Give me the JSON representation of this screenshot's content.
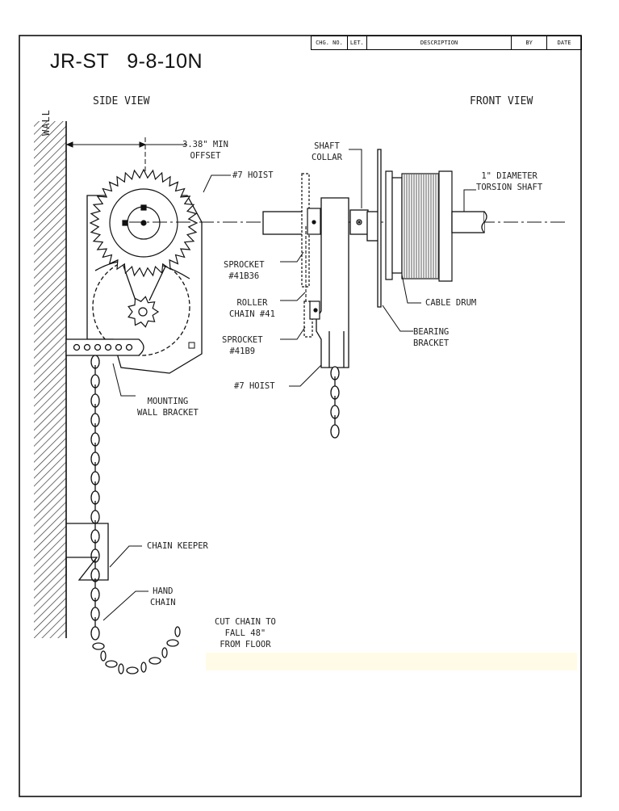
{
  "title": "JR-ST   9-8-10N",
  "revision_table": {
    "columns": [
      "CHG. NO.",
      "LET.",
      "DESCRIPTION",
      "BY",
      "DATE"
    ]
  },
  "views": {
    "side": "SIDE VIEW",
    "front": "FRONT VIEW"
  },
  "wall_label": "WALL",
  "callouts": {
    "offset": [
      "3.38\" MIN",
      "OFFSET"
    ],
    "hoist_side": "#7 HOIST",
    "shaft_collar": [
      "SHAFT",
      "COLLAR"
    ],
    "torsion_shaft": [
      "1\" DIAMETER",
      "TORSION SHAFT"
    ],
    "sprocket_large": [
      "SPROCKET",
      "#41B36"
    ],
    "roller_chain": [
      "ROLLER",
      "CHAIN #41"
    ],
    "sprocket_small": [
      "SPROCKET",
      "#41B9"
    ],
    "cable_drum": "CABLE DRUM",
    "bearing_bracket": [
      "BEARING",
      "BRACKET"
    ],
    "hoist_front": "#7 HOIST",
    "mounting_bracket": [
      "MOUNTING",
      "WALL BRACKET"
    ],
    "chain_keeper": "CHAIN KEEPER",
    "hand_chain": [
      "HAND",
      "CHAIN"
    ],
    "cut_chain": [
      "CUT CHAIN TO",
      "FALL 48\"",
      "FROM FLOOR"
    ]
  },
  "colors": {
    "ink": "#1a1a1a",
    "paper": "#ffffff",
    "tint": "#fffbe6"
  }
}
